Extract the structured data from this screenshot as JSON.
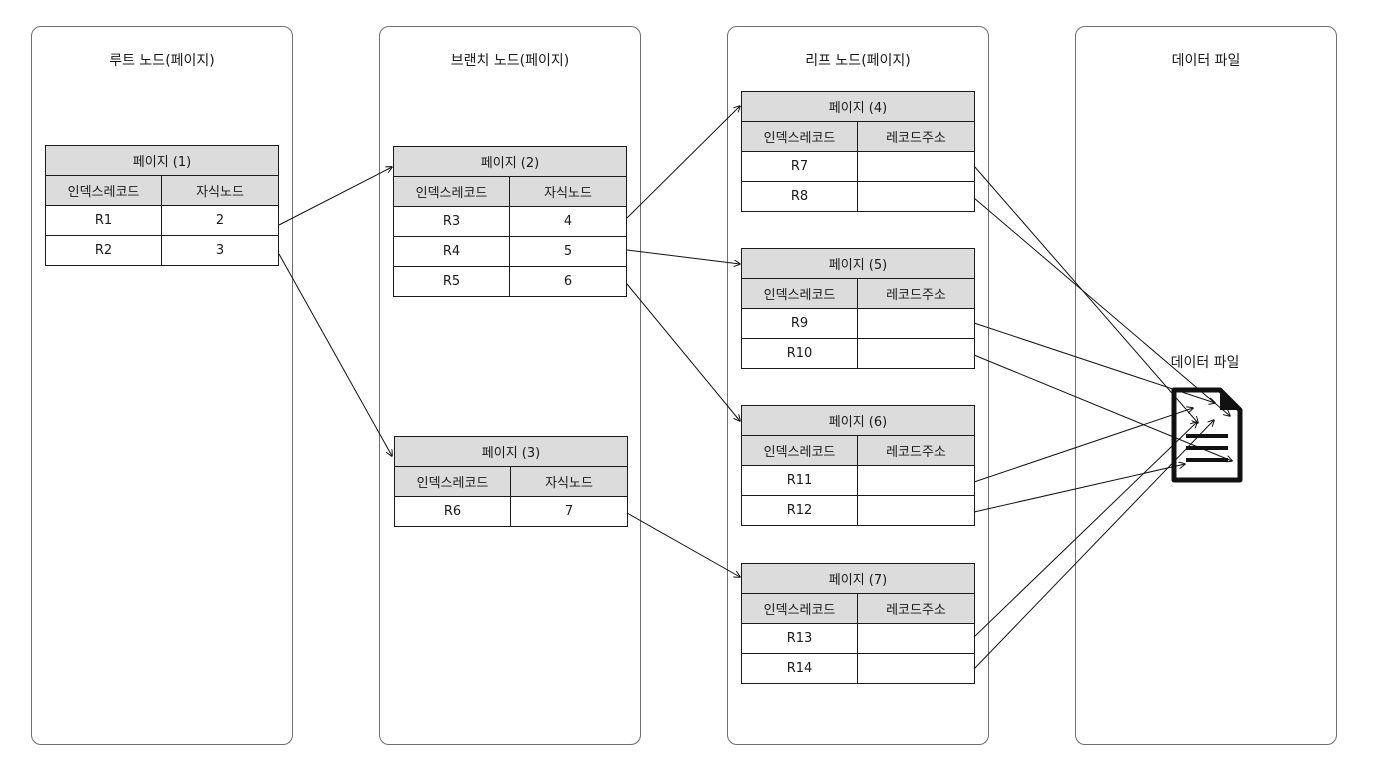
{
  "columns": [
    {
      "id": "root",
      "title": "루트 노드(페이지)"
    },
    {
      "id": "branch",
      "title": "브랜치 노드(페이지)"
    },
    {
      "id": "leaf",
      "title": "리프 노드(페이지)"
    },
    {
      "id": "file",
      "title": "데이터 파일"
    }
  ],
  "pages": [
    {
      "title": "페이지 (1)",
      "headers": [
        "인덱스레코드",
        "자식노드"
      ],
      "rows": [
        [
          "R1",
          "2"
        ],
        [
          "R2",
          "3"
        ]
      ]
    },
    {
      "title": "페이지 (2)",
      "headers": [
        "인덱스레코드",
        "자식노드"
      ],
      "rows": [
        [
          "R3",
          "4"
        ],
        [
          "R4",
          "5"
        ],
        [
          "R5",
          "6"
        ]
      ]
    },
    {
      "title": "페이지 (3)",
      "headers": [
        "인덱스레코드",
        "자식노드"
      ],
      "rows": [
        [
          "R6",
          "7"
        ]
      ]
    },
    {
      "title": "페이지 (4)",
      "headers": [
        "인덱스레코드",
        "레코드주소"
      ],
      "rows": [
        [
          "R7",
          ""
        ],
        [
          "R8",
          ""
        ]
      ]
    },
    {
      "title": "페이지 (5)",
      "headers": [
        "인덱스레코드",
        "레코드주소"
      ],
      "rows": [
        [
          "R9",
          ""
        ],
        [
          "R10",
          ""
        ]
      ]
    },
    {
      "title": "페이지 (6)",
      "headers": [
        "인덱스레코드",
        "레코드주소"
      ],
      "rows": [
        [
          "R11",
          ""
        ],
        [
          "R12",
          ""
        ]
      ]
    },
    {
      "title": "페이지 (7)",
      "headers": [
        "인덱스레코드",
        "레코드주소"
      ],
      "rows": [
        [
          "R13",
          ""
        ],
        [
          "R14",
          ""
        ]
      ]
    }
  ],
  "data_file": {
    "label": "데이터 파일",
    "icon": "document-icon"
  },
  "links": [
    {
      "from": "R1",
      "to": "페이지 (2)"
    },
    {
      "from": "R2",
      "to": "페이지 (3)"
    },
    {
      "from": "R3",
      "to": "페이지 (4)"
    },
    {
      "from": "R4",
      "to": "페이지 (5)"
    },
    {
      "from": "R5",
      "to": "페이지 (6)"
    },
    {
      "from": "R6",
      "to": "페이지 (7)"
    },
    {
      "from": "R7",
      "to": "데이터 파일"
    },
    {
      "from": "R8",
      "to": "데이터 파일"
    },
    {
      "from": "R9",
      "to": "데이터 파일"
    },
    {
      "from": "R10",
      "to": "데이터 파일"
    },
    {
      "from": "R11",
      "to": "데이터 파일"
    },
    {
      "from": "R12",
      "to": "데이터 파일"
    },
    {
      "from": "R13",
      "to": "데이터 파일"
    },
    {
      "from": "R14",
      "to": "데이터 파일"
    }
  ]
}
